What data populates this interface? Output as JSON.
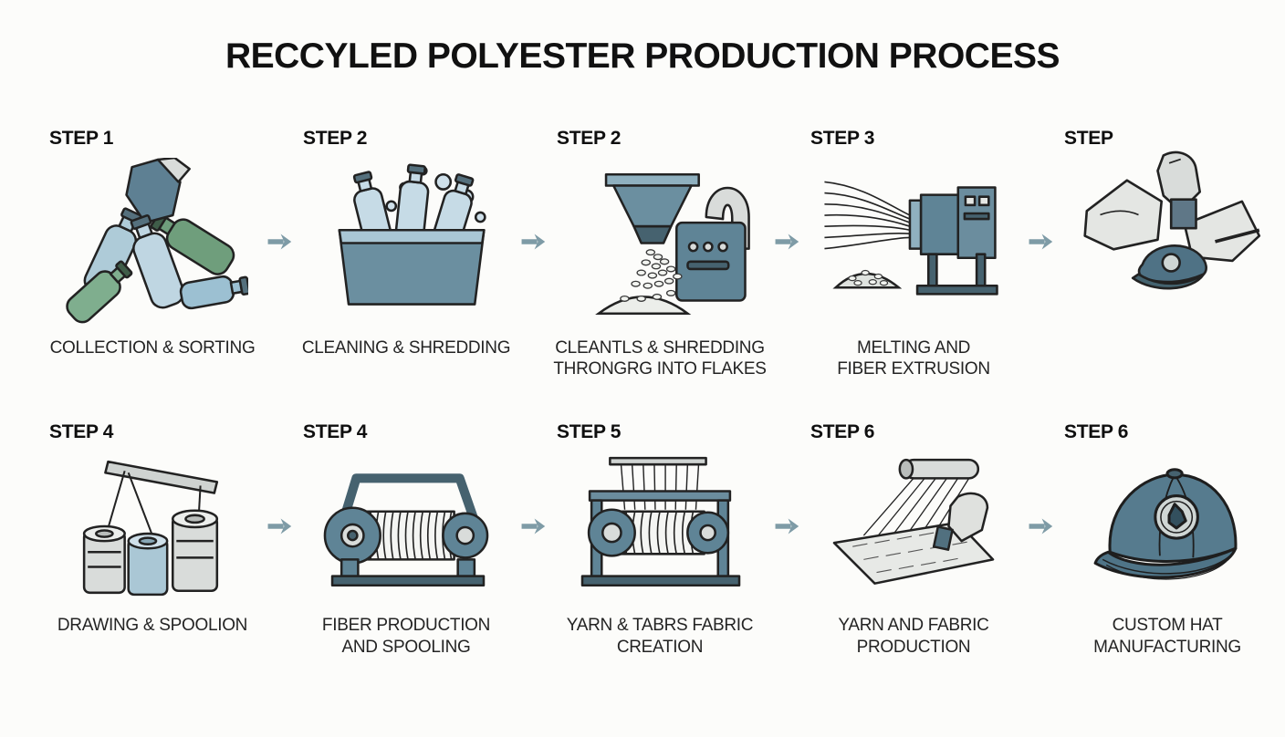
{
  "title": "RECCYLED POLYESTER PRODUCTION PROCESS",
  "colors": {
    "background": "#fcfcfa",
    "text": "#1a1a1a",
    "arrow": "#7e9ba6",
    "steel_blue": "#5f8496",
    "light_blue": "#aecbd8",
    "bottle_green": "#6f9e7c",
    "pale_gray": "#d9dcda"
  },
  "rows": [
    {
      "steps": [
        {
          "label": "STEP 1",
          "caption": "COLLECTION & SORTING",
          "illustration": "plastic-bottles-pile-with-hand"
        },
        {
          "label": "STEP 2",
          "caption": "CLEANING & SHREDDING",
          "illustration": "bottles-washing-tank-with-bubbles"
        },
        {
          "label": "STEP 2",
          "caption": "CLEANTLS & SHREDDING\nTHRONGRG INTO FLAKES",
          "illustration": "shredder-machine-pouring-flakes"
        },
        {
          "label": "STEP 3",
          "caption": "MELTING AND\nFIBER EXTRUSION",
          "illustration": "melt-extrusion-machine-with-fibers"
        },
        {
          "label": "STEP",
          "caption": "",
          "illustration": "hands-packing-cap-with-fabric"
        }
      ]
    },
    {
      "steps": [
        {
          "label": "STEP 4",
          "caption": "DRAWING & SPOOLION",
          "illustration": "yarn-canisters-with-guide-bar"
        },
        {
          "label": "STEP 4",
          "caption": "FIBER PRODUCTION\nAND SPOOLING",
          "illustration": "fiber-spooling-drum-machine"
        },
        {
          "label": "STEP 5",
          "caption": "YARN & TABRS FABRIC\nCREATION",
          "illustration": "yarn-drum-frame-machine"
        },
        {
          "label": "STEP 6",
          "caption": "YARN AND FABRIC\nPRODUCTION",
          "illustration": "hand-weaving-fabric-sheet"
        },
        {
          "label": "STEP 6",
          "caption": "CUSTOM HAT\nMANUFACTURING",
          "illustration": "baseball-cap-with-badge"
        }
      ]
    }
  ]
}
